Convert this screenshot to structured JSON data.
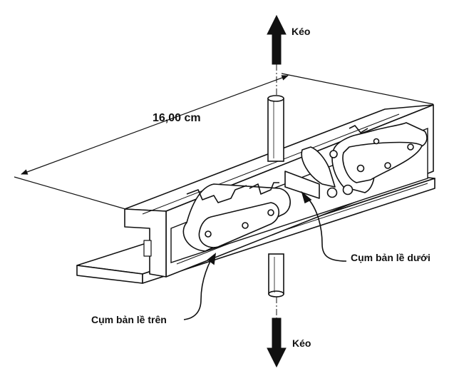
{
  "labels": {
    "pull_top": "Kéo",
    "pull_bottom": "Kéo",
    "dimension": "16,00 cm",
    "lower_hinge": "Cụm bản lề dưới",
    "upper_hinge": "Cụm bản lề trên"
  }
}
